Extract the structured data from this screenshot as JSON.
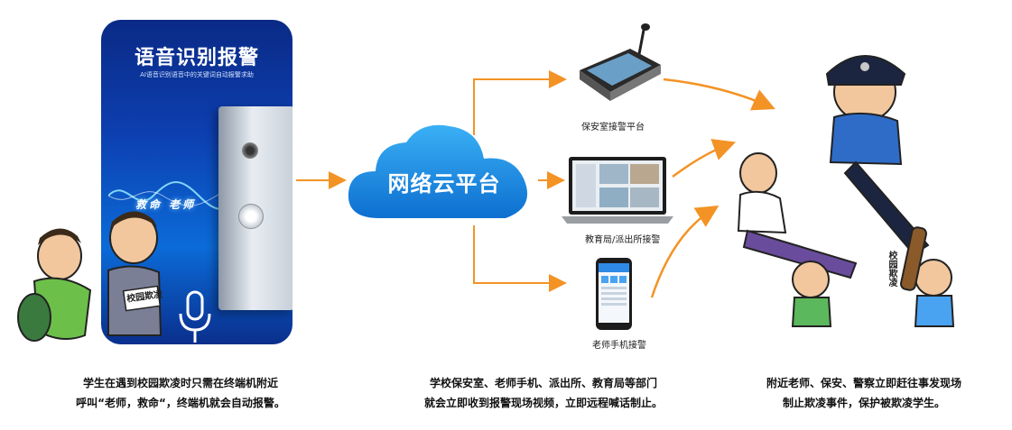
{
  "panel": {
    "title": "语音识别报警",
    "subtitle": "AI语音识别语音中的关键词自动报警求助",
    "glow_text": "救命 老师",
    "sign_text": "校园欺凌"
  },
  "cloud": {
    "label": "网络云平台"
  },
  "endpoints": [
    {
      "label": "保安室接警平台"
    },
    {
      "label": "教育局/派出所接警"
    },
    {
      "label": "老师手机接警"
    }
  ],
  "right_figure": {
    "label": "校园欺凌"
  },
  "captions": {
    "left": [
      "学生在遇到校园欺凌时只需在终端机附近",
      "呼叫“老师，救命“，终端机就会自动报警。"
    ],
    "middle": [
      "学校保安室、老师手机、派出所、教育局等部门",
      "就会立即收到报警现场视频，立即远程喊话制止。"
    ],
    "right": [
      "附近老师、保安、警察立即赶往事发现场",
      "制止欺凌事件，保护被欺凌学生。"
    ]
  },
  "colors": {
    "accent": "#f39325",
    "cloud": "#1a8fe0",
    "panel": "#0d3fb0"
  }
}
